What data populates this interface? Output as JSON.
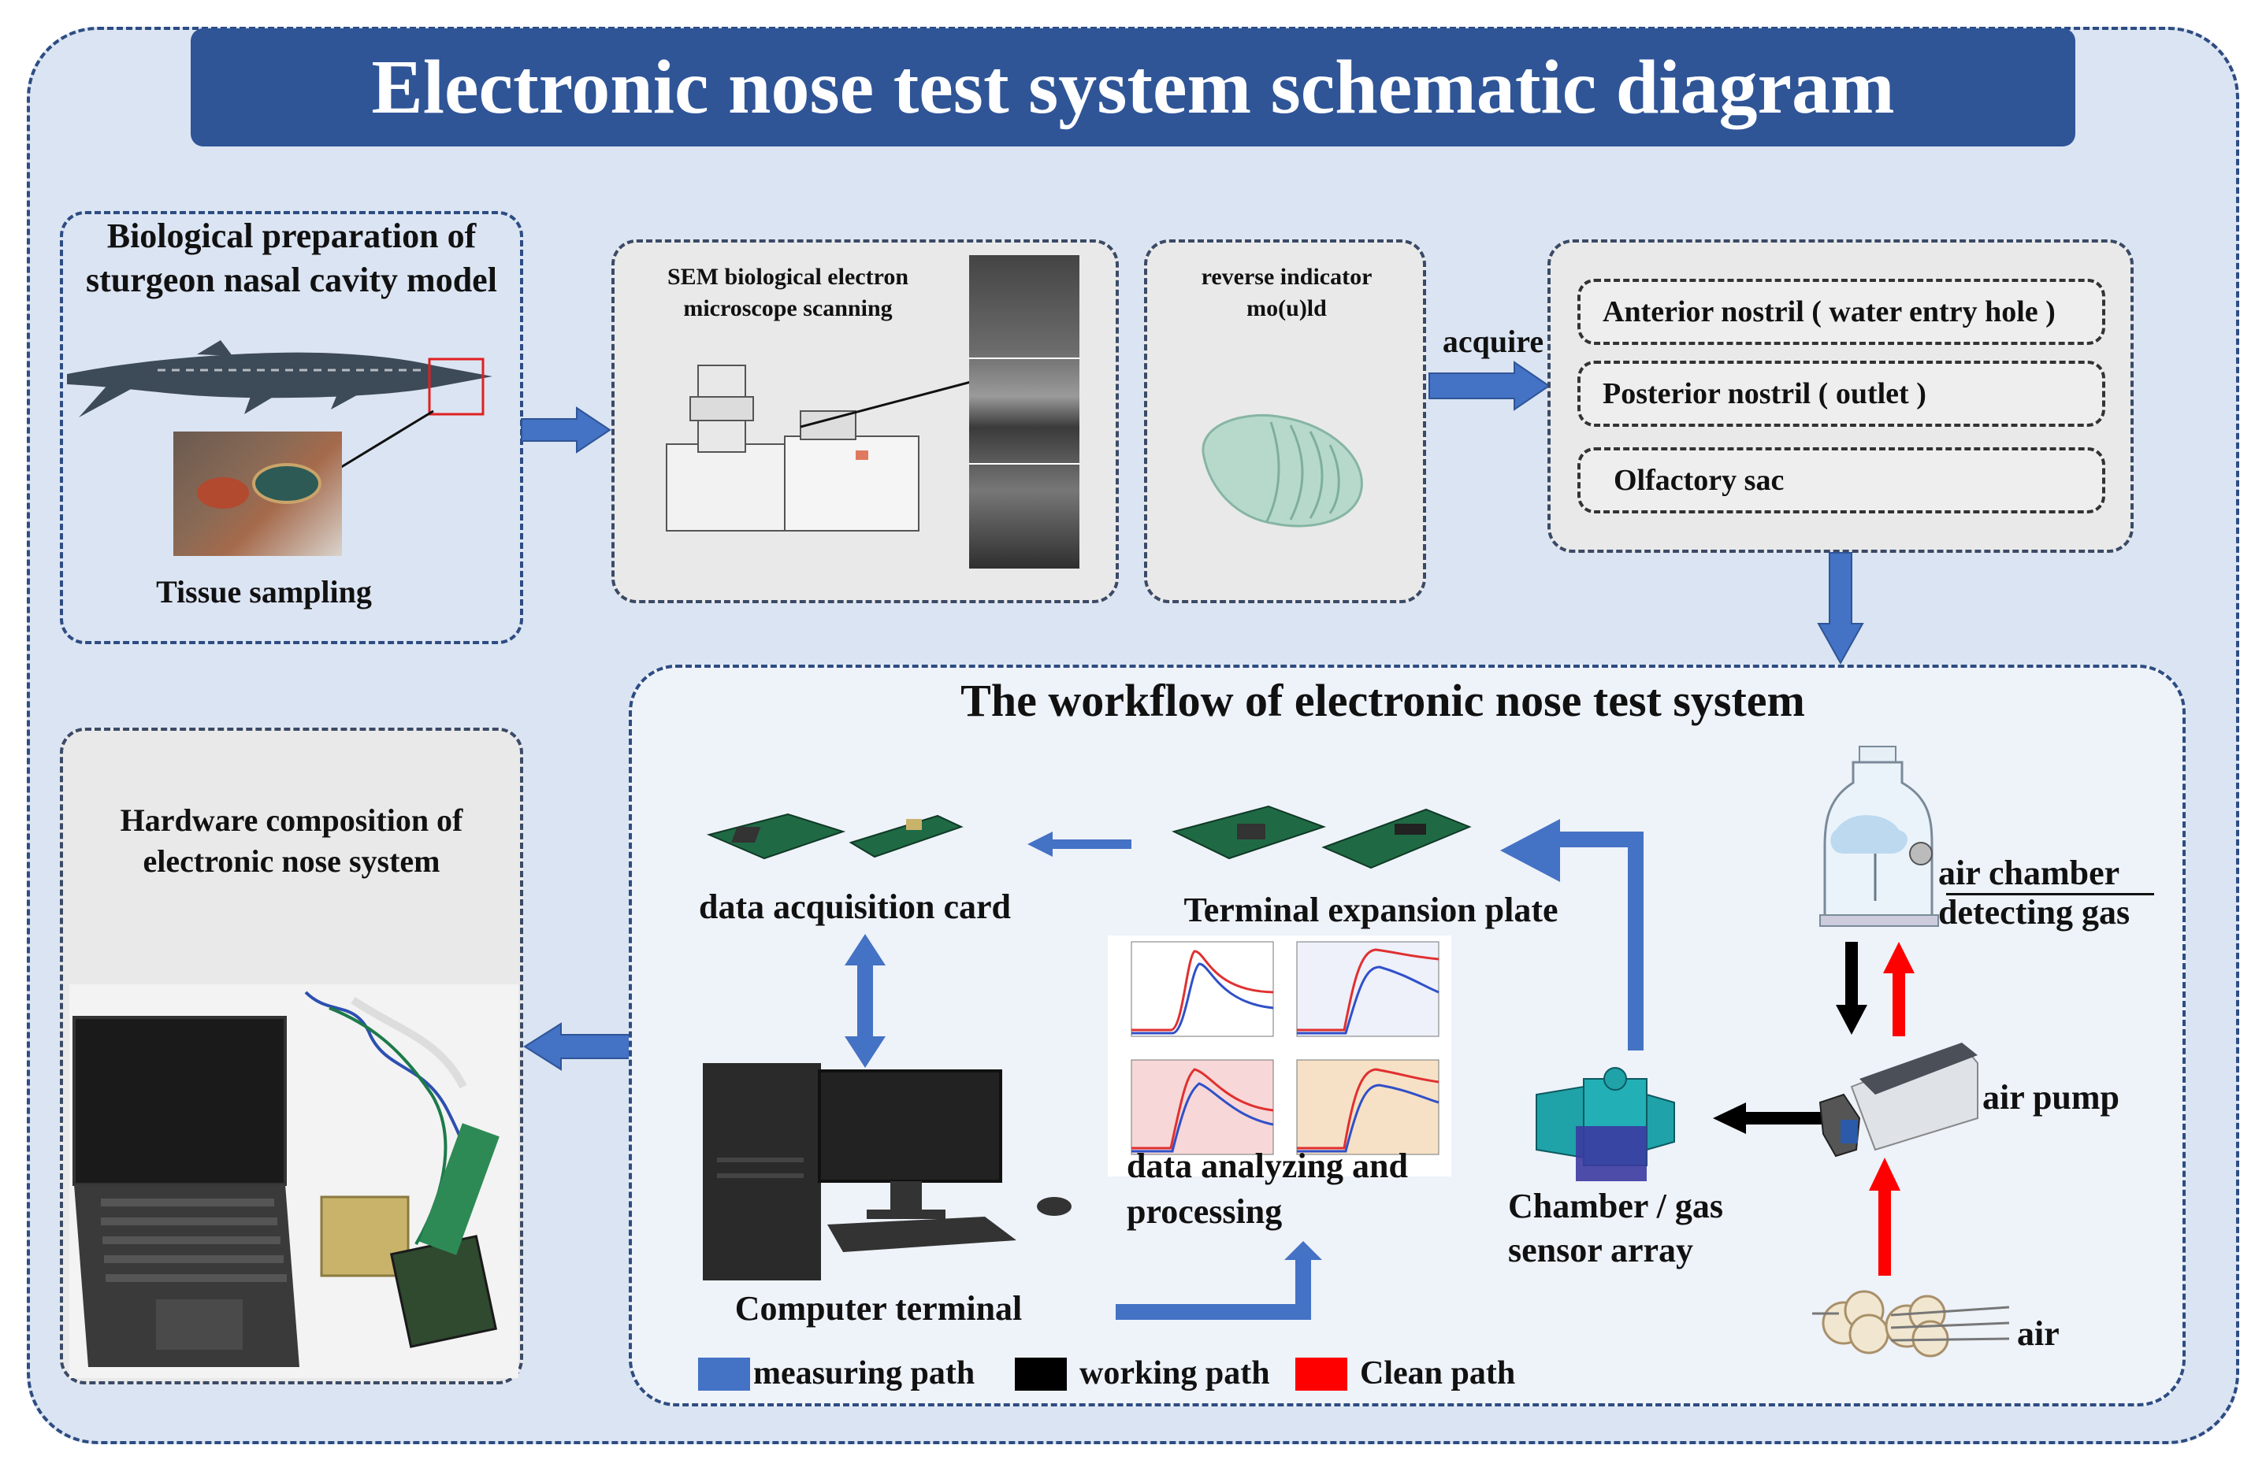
{
  "title": "Electronic nose test system schematic diagram",
  "bio_panel": {
    "title": "Biological preparation of sturgeon nasal cavity model",
    "tissue_label": "Tissue sampling"
  },
  "sem_panel": {
    "label": "SEM biological electron microscope scanning"
  },
  "mold_panel": {
    "label": "reverse indicator mo(u)ld"
  },
  "acquire_label": "acquire",
  "structures": [
    "Anterior nostril ( water entry hole )",
    "Posterior nostril ( outlet )",
    "Olfactory sac"
  ],
  "hardware_panel": {
    "title": "Hardware composition of electronic nose system"
  },
  "workflow": {
    "title": "The workflow of electronic nose test system",
    "daq_label": "data acquisition card",
    "terminal_plate_label": "Terminal expansion plate",
    "air_chamber_label": "air chamber detecting gas",
    "air_pump_label": "air pump",
    "computer_label": "Computer terminal",
    "analysis_label": "data analyzing and processing",
    "sensor_label": "Chamber / gas sensor array",
    "air_label": "air"
  },
  "legend": [
    {
      "label": "measuring path",
      "color": "#4472c4"
    },
    {
      "label": "working path",
      "color": "#000000"
    },
    {
      "label": "Clean path",
      "color": "#ff0000"
    }
  ],
  "colors": {
    "title_bg": "#2f5597",
    "outer_bg": "#dbe4f2",
    "arrow_blue": "#4472c4",
    "arrow_black": "#000000",
    "arrow_red": "#ff0000"
  }
}
